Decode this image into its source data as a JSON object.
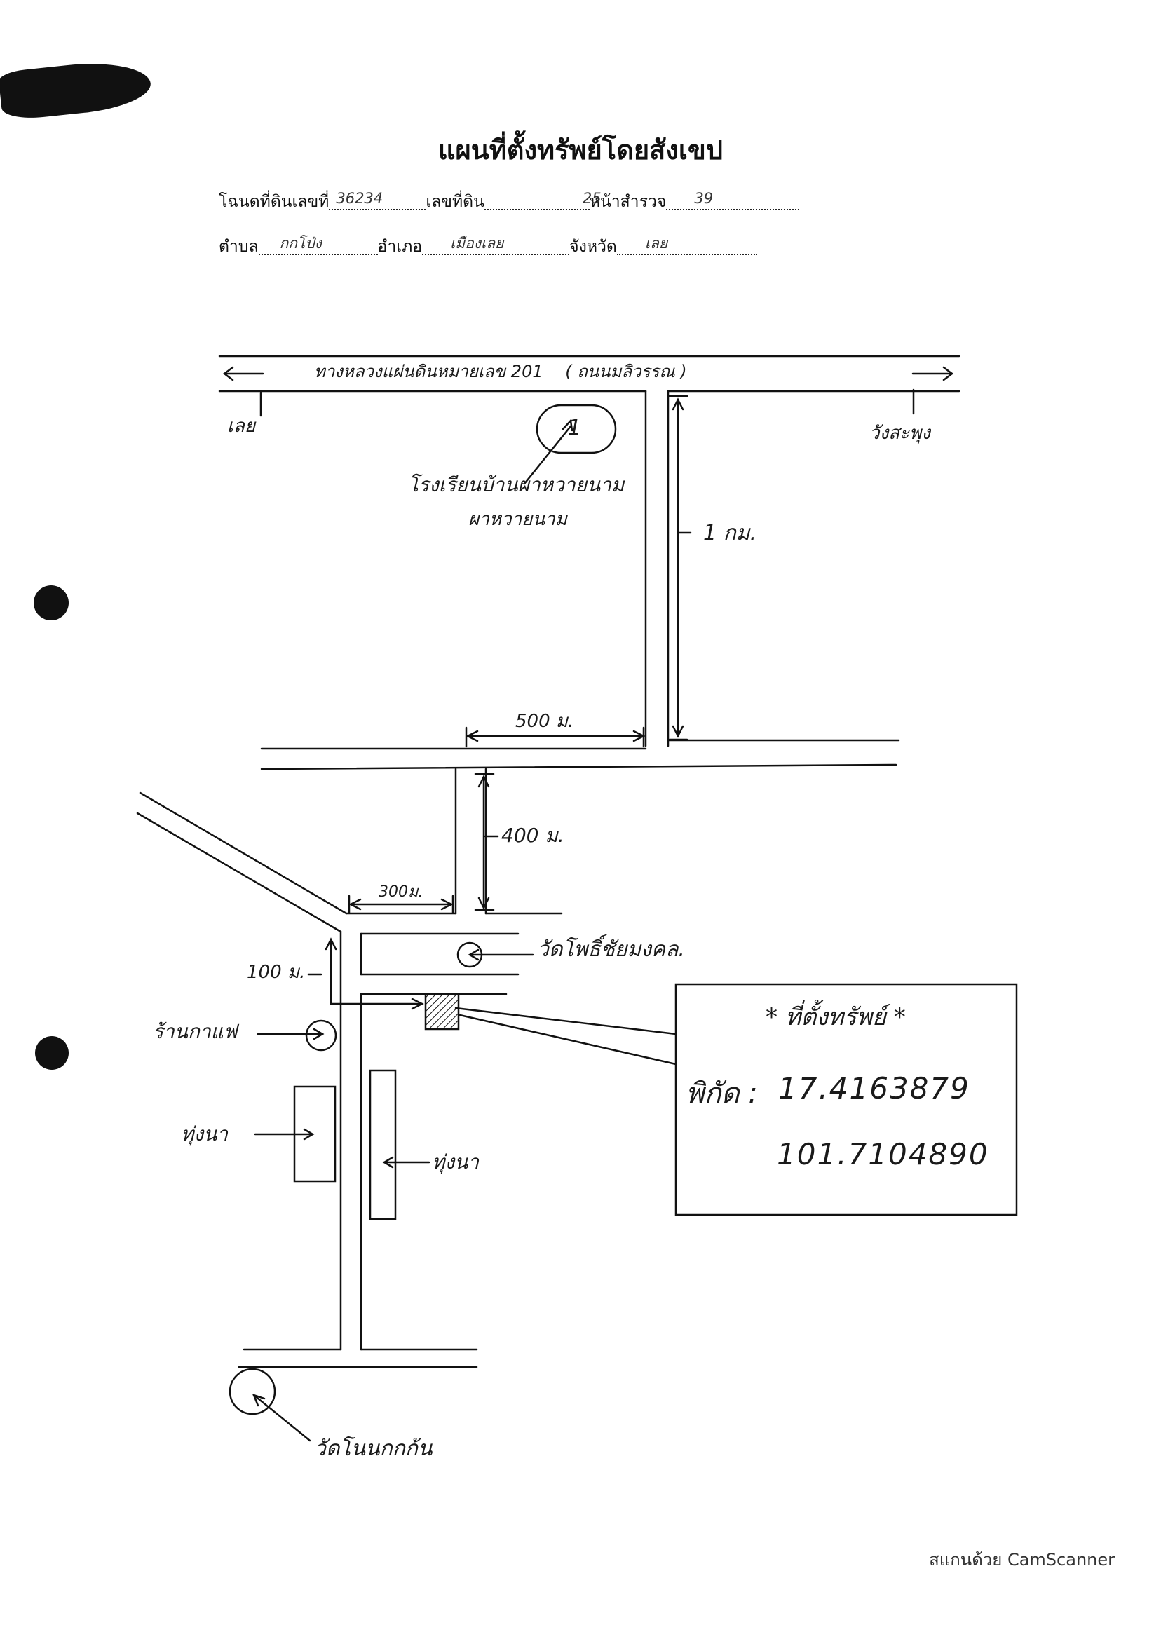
{
  "title": "แผนที่ตั้งทรัพย์โดยสังเขป",
  "form": {
    "deed_label": "โฉนดที่ดินเลขที่",
    "deed_value": "36234",
    "land_no_label": "เลขที่ดิน",
    "land_no_value": "25",
    "survey_label": "หน้าสำรวจ",
    "survey_value": "39",
    "subdistrict_label": "ตำบล",
    "subdistrict_value": "กกโป่ง",
    "district_label": "อำเภอ",
    "district_value": "เมืองเลย",
    "province_label": "จังหวัด",
    "province_value": "เลย"
  },
  "labels": {
    "highway": "ทางหลวงแผ่นดินหมายเลข 201",
    "highway_paren": "( ถนนมลิวรรณ )",
    "to_left": "เลย",
    "to_right": "วังสะพุง",
    "school_marker": "1",
    "school_line1": "โรงเรียนบ้านผาหวายนาม",
    "school_line2": "ผาหวายนาม",
    "dist_1km": "1 กม.",
    "dist_500m": "500 ม.",
    "dist_400m": "400 ม.",
    "dist_300m": "300ม.",
    "dist_100m": "100 ม.",
    "temple_1": "วัดโพธิ์ชัยมงคล.",
    "coffee_shop": "ร้านกาแฟ",
    "rice_field_left": "ทุ่งนา",
    "rice_field_right": "ทุ่งนา",
    "temple_2": "วัดโนนกกก้น",
    "property_title": "ที่ตั้งทรัพย์",
    "coord_label": "พิกัด :",
    "lat": "17.4163879",
    "lon": "101.7104890"
  },
  "footer": "สแกนด้วย CamScanner"
}
